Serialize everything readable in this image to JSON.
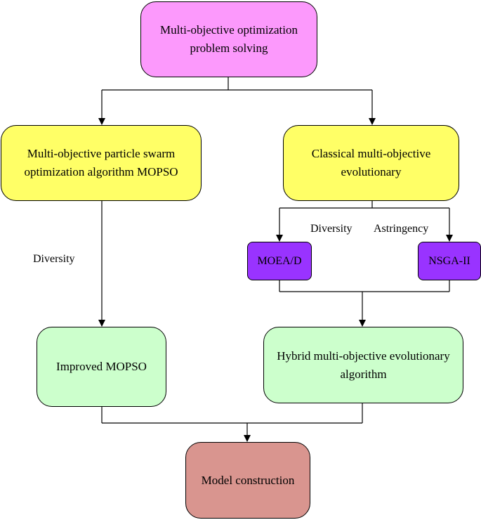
{
  "colors": {
    "top": "#fc99fc",
    "classical": "#ffff66",
    "sub": "#9933ff",
    "result": "#ccffcc",
    "model": "#d9958f",
    "line": "#000000"
  },
  "nodes": {
    "top": "Multi-objective optimization problem solving",
    "mopso": "Multi-objective particle swarm optimization algorithm MOPSO",
    "classical": "Classical multi-objective evolutionary",
    "moead": "MOEA/D",
    "nsga": "NSGA-II",
    "improved": "Improved MOPSO",
    "hybrid": "Hybrid multi-objective evolutionary algorithm",
    "model": "Model construction"
  },
  "labels": {
    "diversity_left": "Diversity",
    "diversity_right": "Diversity",
    "astringency": "Astringency"
  }
}
